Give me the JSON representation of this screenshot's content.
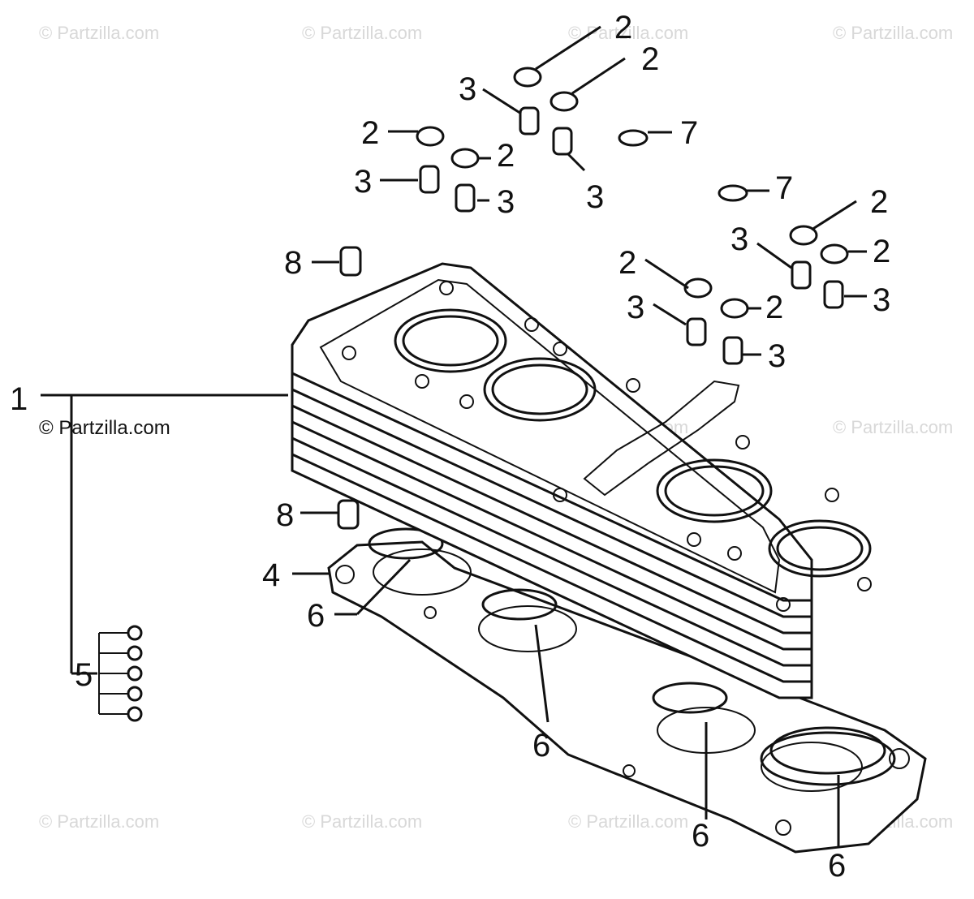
{
  "watermarks": {
    "text": "© Partzilla.com",
    "primary": "© Partzilla.com"
  },
  "callouts": {
    "c1": "1",
    "c2": "2",
    "c3": "3",
    "c4": "4",
    "c5": "5",
    "c6": "6",
    "c7": "7",
    "c8": "8"
  },
  "colors": {
    "ink": "#111111",
    "watermark": "#d8d8d8",
    "background": "#ffffff"
  }
}
